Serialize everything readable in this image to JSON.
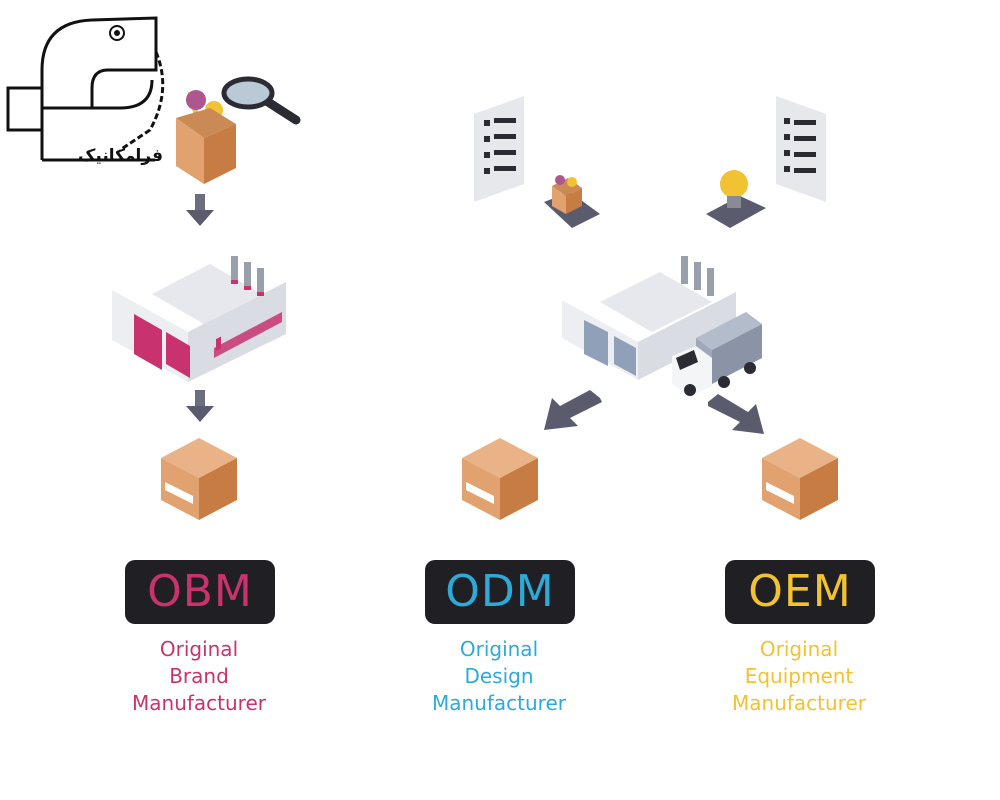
{
  "logo": {
    "text": "فرامکانیک",
    "icon": "framechanic-logo"
  },
  "models": [
    {
      "code": "OBM",
      "color": "#c8336e",
      "lines": [
        "Original",
        "Brand",
        "Manufacturer"
      ]
    },
    {
      "code": "ODM",
      "color": "#2eaad9",
      "lines": [
        "Original",
        "Design",
        "Manufacturer"
      ]
    },
    {
      "code": "OEM",
      "color": "#f1c232",
      "lines": [
        "Original",
        "Equipment",
        "Manufacturer"
      ]
    }
  ],
  "colors": {
    "badge_bg": "#1f1f24",
    "arrow": "#5b5b6e",
    "box_light": "#e6a877",
    "box_dark": "#c77c44",
    "factory_wall": "#f2f2f4",
    "obm_doors": "#c8336e",
    "odm_doors": "#8fa0b8"
  },
  "icons": [
    "shopping-bag-icon",
    "magnifier-icon",
    "spec-sheet-icon",
    "lightbulb-icon",
    "factory-icon",
    "truck-icon",
    "package-box-icon",
    "down-arrow-icon"
  ]
}
